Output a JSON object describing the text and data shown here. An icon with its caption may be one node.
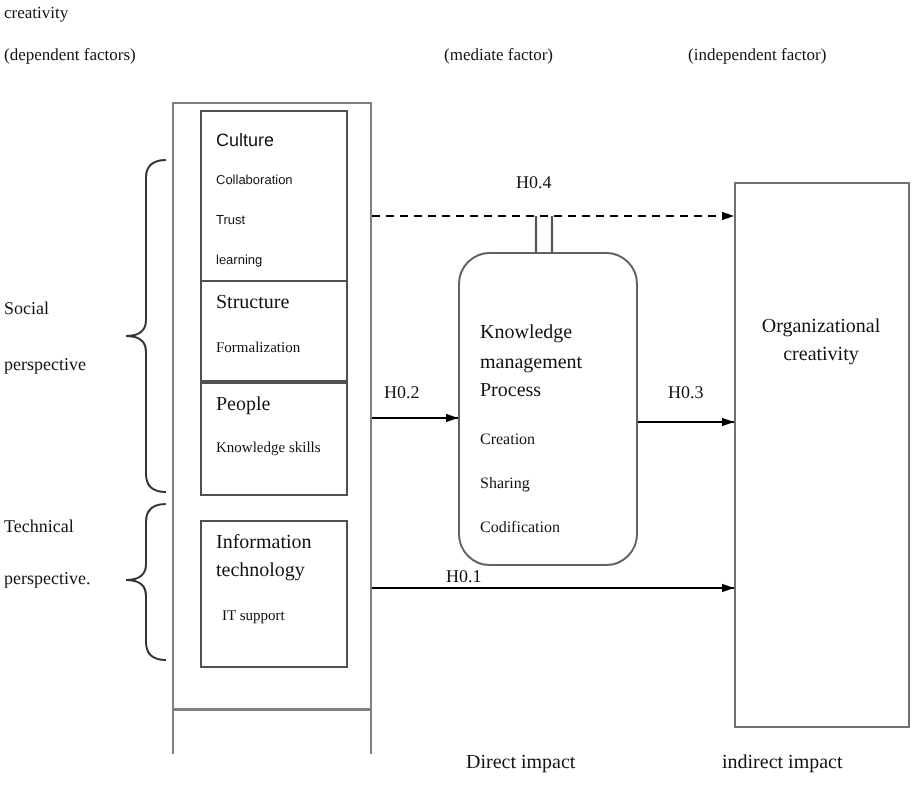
{
  "diagram": {
    "nodes": [
      {
        "text": [],
        "shape": "box"
      },
      {
        "text": [
          "Culture",
          "Collaboration",
          "Trust",
          "learning"
        ],
        "in": 0
      },
      {
        "text": [
          "Structure",
          "Formalization"
        ],
        "in": 0
      },
      {
        "text": [
          "People",
          "Knowledge skills"
        ],
        "in": 0
      },
      {
        "text": [
          "Information technology",
          "IT support"
        ],
        "in": 0
      },
      {
        "text": [
          "Knowledge management Process",
          "Creation",
          "Sharing",
          "Codification"
        ]
      },
      {
        "text": [
          "Organizational creativity"
        ]
      }
    ],
    "edges": [
      {
        "from": 0,
        "to": 6,
        "arrow": "to",
        "label": "H0.4",
        "style": "dashed"
      },
      {
        "from": null,
        "to": 5,
        "arrow": "none"
      },
      {
        "from": 0,
        "to": 5,
        "arrow": "to",
        "label": "H0.2"
      },
      {
        "from": 5,
        "to": 6,
        "arrow": "to",
        "label": "H0.3"
      },
      {
        "from": 0,
        "to": 6,
        "arrow": "to",
        "label": "H0.1"
      }
    ],
    "labels": [
      "creativity",
      "(dependent factors)",
      "(mediate factor)",
      "(independent factor)",
      "Social perspective",
      "Technical perspective.",
      "Direct impact",
      "indirect impact"
    ]
  }
}
